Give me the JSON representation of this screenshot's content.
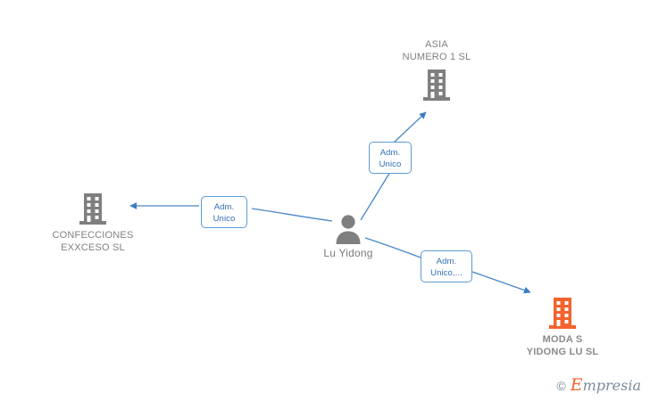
{
  "diagram": {
    "type": "relationship-graph",
    "background": "#ffffff",
    "edge_color": "#4a86c8",
    "company_color": "#808080",
    "focus_company_color": "#f4622e",
    "person_color": "#808080",
    "label_text_color": "#2f6fb5"
  },
  "nodes": {
    "asia": {
      "label": "ASIA\nNUMERO 1  SL",
      "icon": "company-building-icon",
      "color": "#808080",
      "label_position": "above"
    },
    "confecciones": {
      "label": "CONFECCIONES\nEXXCESO  SL",
      "icon": "company-building-icon",
      "color": "#808080",
      "label_position": "below"
    },
    "person": {
      "label": "Lu Yidong",
      "icon": "person-icon",
      "color": "#808080",
      "label_position": "below"
    },
    "modas": {
      "label": "MODA S\nYIDONG LU  SL",
      "icon": "company-building-icon",
      "color": "#f4622e",
      "label_position": "below"
    }
  },
  "edges": [
    {
      "from": "person",
      "to": "asia",
      "label": "Adm.\nUnico"
    },
    {
      "from": "person",
      "to": "confecciones",
      "label": "Adm.\nUnico"
    },
    {
      "from": "person",
      "to": "modas",
      "label": "Adm.\nUnico,..."
    }
  ],
  "watermark": {
    "copyright": "©",
    "brand_initial": "E",
    "brand_rest": "mpresia"
  }
}
